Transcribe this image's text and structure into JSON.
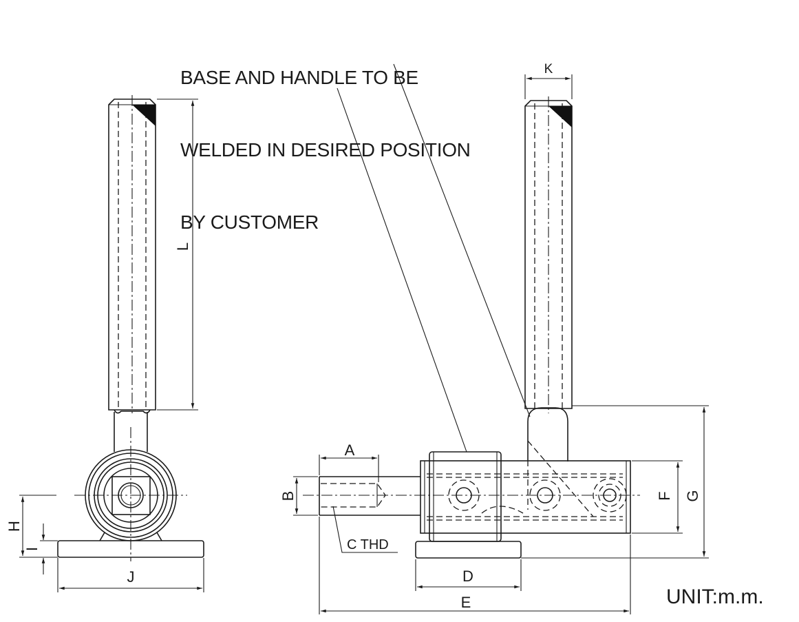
{
  "note": {
    "lines": [
      "BASE AND HANDLE TO BE",
      "WELDED IN DESIRED POSITION",
      "BY CUSTOMER"
    ]
  },
  "unit_label": "UNIT:m.m.",
  "dimensions": {
    "A": "A",
    "B": "B",
    "C": "C THD",
    "D": "D",
    "E": "E",
    "F": "F",
    "G": "G",
    "H": "H",
    "I": "I",
    "J": "J",
    "K": "K",
    "L": "L"
  },
  "colors": {
    "ink": "#1a1a1a",
    "paper": "#ffffff"
  }
}
